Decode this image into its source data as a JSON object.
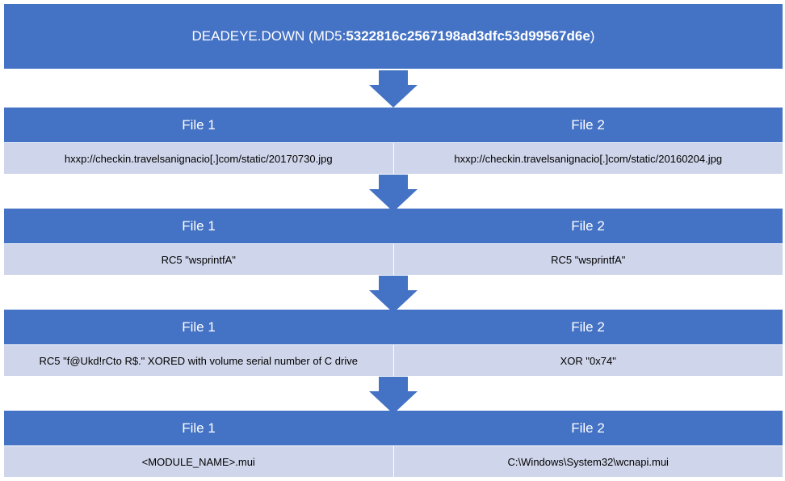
{
  "title": {
    "prefix": "DEADEYE.DOWN (MD5: ",
    "hash": "5322816c2567198ad3dfc53d99567d6e",
    "suffix": ")"
  },
  "colors": {
    "header": "#4472c4",
    "body": "#cfd5ea",
    "arrow": "#4472c4"
  },
  "stages": [
    {
      "left_header": "File 1",
      "right_header": "File 2",
      "left_value": "hxxp://checkin.travelsanignacio[.]com/static/20170730.jpg",
      "right_value": "hxxp://checkin.travelsanignacio[.]com/static/20160204.jpg"
    },
    {
      "left_header": "File 1",
      "right_header": "File 2",
      "left_value": "RC5 \"wsprintfA\"",
      "right_value": "RC5 \"wsprintfA\""
    },
    {
      "left_header": "File 1",
      "right_header": "File 2",
      "left_value": "RC5 \"f@Ukd!rCto R$.\" XORED with volume serial number of C drive",
      "right_value": "XOR \"0x74\""
    },
    {
      "left_header": "File 1",
      "right_header": "File 2",
      "left_value": "<MODULE_NAME>.mui",
      "right_value": "C:\\Windows\\System32\\wcnapi.mui"
    }
  ]
}
